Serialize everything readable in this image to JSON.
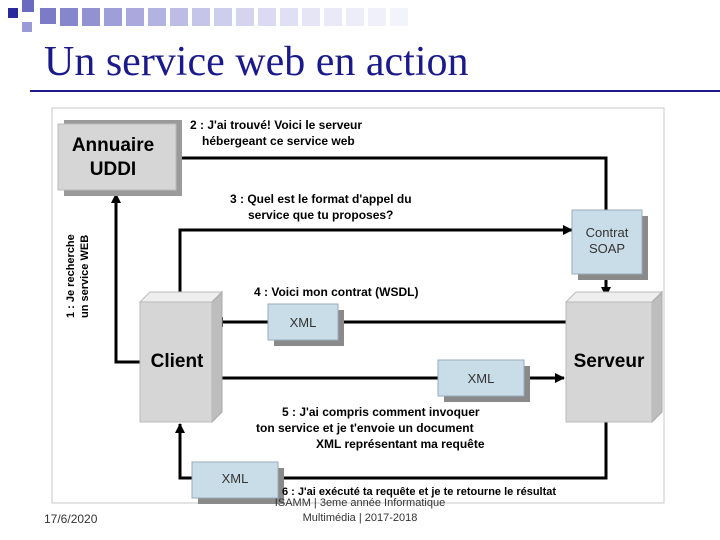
{
  "slide": {
    "title": "Un service web en action",
    "footer_date": "17/6/2020",
    "footer_line1": "ISAMM | 3eme année Informatique",
    "footer_line2": "Multimédia | 2017-2018"
  },
  "diagram": {
    "annuaire_line1": "Annuaire",
    "annuaire_line2": "UDDI",
    "client_label": "Client",
    "serveur_label": "Serveur",
    "contrat_line1": "Contrat",
    "contrat_line2": "SOAP",
    "xml_label": "XML",
    "step1_line1": "1 : Je recherche",
    "step1_line2": "un service WEB",
    "step2_line1": "2 : J'ai trouvé! Voici le serveur",
    "step2_line2": "hébergeant ce service web",
    "step3_line1": "3 : Quel est le format d'appel du",
    "step3_line2": "service que tu proposes?",
    "step4": "4 : Voici mon contrat (WSDL)",
    "step5_line1": "5 : J'ai compris comment invoquer",
    "step5_line2": "ton service et je t'envoie un document",
    "step5_line3": "XML représentant ma requête",
    "step6": "6 : J'ai exécuté ta requête et je te retourne le résultat"
  },
  "colors": {
    "title": "#1a1a8c",
    "box_fill": "#d6d6d6",
    "contrat_fill": "#c9dde8",
    "arrow": "#000000"
  }
}
